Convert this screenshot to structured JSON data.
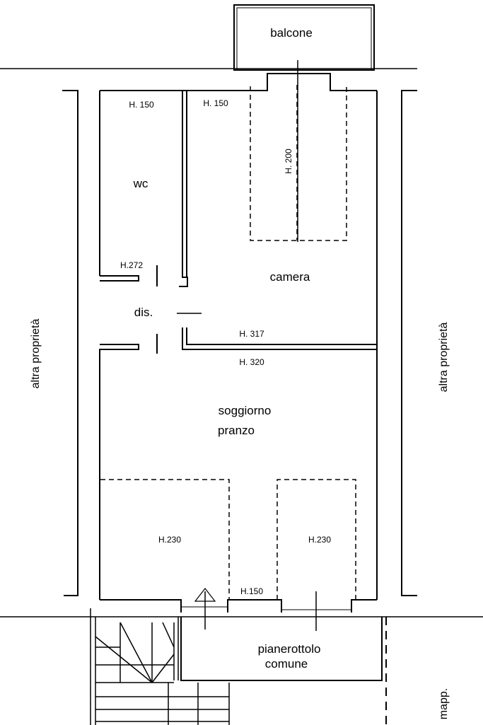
{
  "plan": {
    "rooms": {
      "balcony": "balcone",
      "wc": "wc",
      "bedroom": "camera",
      "hallway": "dis.",
      "living_line1": "soggiorno",
      "living_line2": "pranzo",
      "landing_line1": "pianerottolo",
      "landing_line2": "comune"
    },
    "heights": {
      "wc": "H. 150",
      "bedroom_top": "H. 150",
      "bed": "H. 200",
      "hallway": "H.272",
      "bedroom_bottom": "H. 317",
      "living_top": "H. 320",
      "living_left": "H.230",
      "living_right": "H.230",
      "entrance": "H.150"
    },
    "neighbors": {
      "left": "altra proprietà",
      "right": "altra proprietà"
    },
    "cadastral_note": "mapp."
  }
}
